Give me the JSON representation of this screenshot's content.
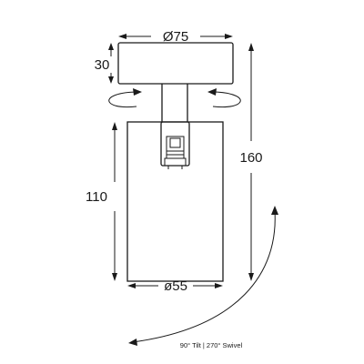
{
  "drawing": {
    "title": "",
    "dimensions": {
      "base_diameter": "Ø75",
      "base_height": "30",
      "total_height": "160",
      "body_height": "110",
      "body_diameter": "ø55"
    },
    "motion_caption": "90° Tilt | 270° Swivel",
    "line_color": "#1a1a1a",
    "background_color": "#ffffff"
  }
}
